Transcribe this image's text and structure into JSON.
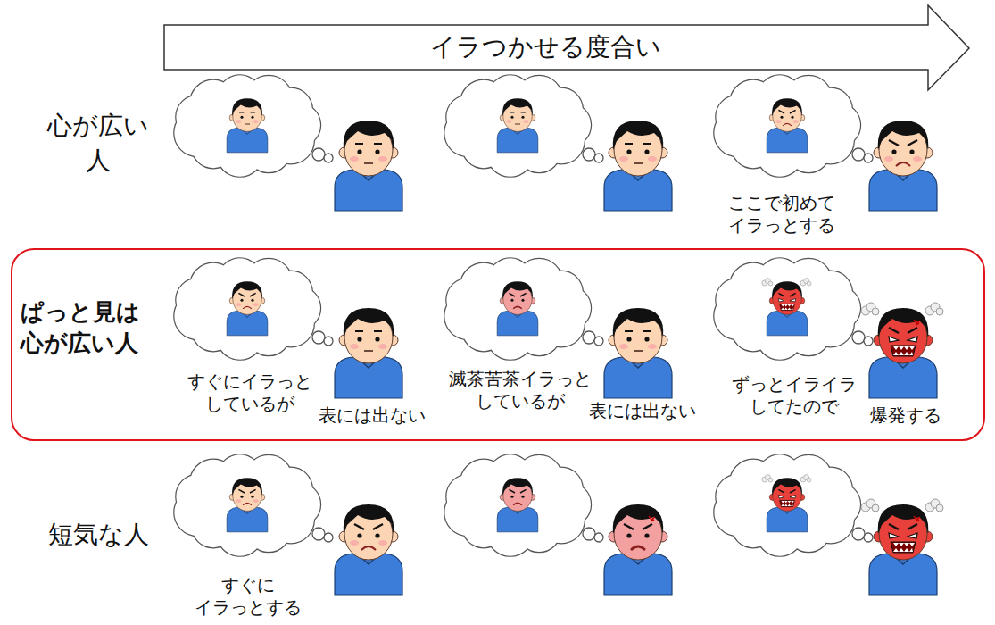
{
  "diagram": {
    "nodes": [
      {
        "text": [
          "イラつかせる度合い"
        ]
      },
      {
        "text": [
          "ぱっと見は 心が広い人"
        ]
      }
    ],
    "labels": [
      "心が広い 人",
      "ここで初めて イラっとする",
      "すぐにイラっと しているが",
      "表には出ない",
      "滅茶苦茶イラっと しているが",
      "表には出ない",
      "ずっとイライラ してたので",
      "爆発する",
      "短気な人",
      "すぐに イラっとする"
    ]
  }
}
